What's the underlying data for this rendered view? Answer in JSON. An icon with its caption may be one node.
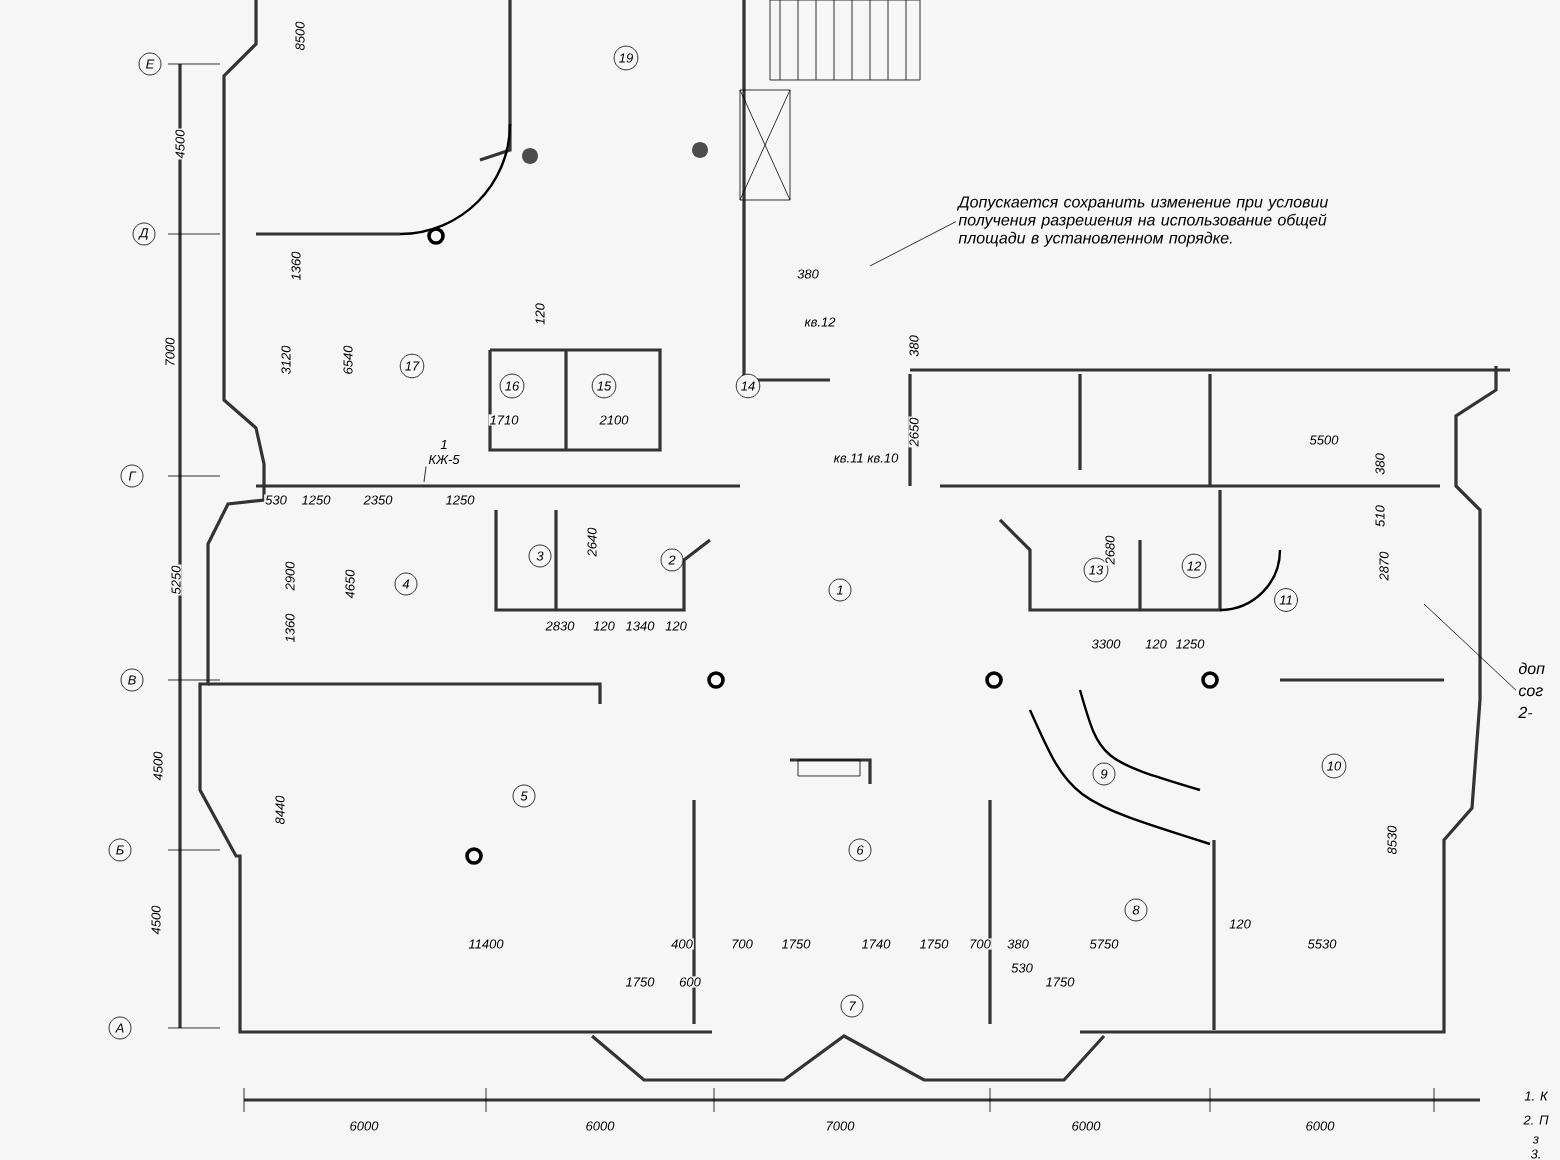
{
  "diagram": {
    "nodes": [
      {
        "text": [
          "Е"
        ]
      },
      {
        "text": [
          "Д"
        ]
      },
      {
        "text": [
          "Г"
        ]
      },
      {
        "text": [
          "В"
        ]
      },
      {
        "text": [
          "Б"
        ]
      },
      {
        "text": [
          "А"
        ]
      },
      {
        "text": [
          "19"
        ]
      },
      {
        "text": [
          "17"
        ]
      },
      {
        "text": [
          "16"
        ]
      },
      {
        "text": [
          "15"
        ]
      },
      {
        "text": [
          "14"
        ]
      },
      {
        "text": [
          "3"
        ]
      },
      {
        "text": [
          "2"
        ]
      },
      {
        "text": [
          "4"
        ]
      },
      {
        "text": [
          "1"
        ]
      },
      {
        "text": [
          "13"
        ]
      },
      {
        "text": [
          "12"
        ]
      },
      {
        "text": [
          "11"
        ]
      },
      {
        "text": [
          "5"
        ]
      },
      {
        "text": [
          "6"
        ]
      },
      {
        "text": [
          "9"
        ]
      },
      {
        "text": [
          "10"
        ]
      },
      {
        "text": [
          "8"
        ]
      },
      {
        "text": [
          "7"
        ]
      },
      {
        "text": [
          "Допускается сохранить изменение при условии получения разрешения на использование общей площади в установленном порядке."
        ]
      },
      {
        "text": [
          "1",
          "КЖ-5"
        ]
      },
      {
        "text": [
          "доп сог 2-"
        ]
      }
    ],
    "edges": [
      {
        "from": 24,
        "to": null,
        "arrow": "none"
      },
      {
        "from": 25,
        "to": null,
        "arrow": "none"
      },
      {
        "from": 26,
        "to": null,
        "arrow": "none"
      }
    ],
    "labels": [
      "8500",
      "4500",
      "380",
      "1360",
      "кв.12",
      "120",
      "7000",
      "3120",
      "6540",
      "380",
      "1710",
      "2100",
      "2650",
      "5500",
      "кв.11 кв.10",
      "380",
      "530",
      "1250",
      "2350",
      "1250",
      "510",
      "2640",
      "2680",
      "5250",
      "2900",
      "4650",
      "2870",
      "2830",
      "120",
      "1340",
      "120",
      "3300",
      "120",
      "1250",
      "1360",
      "4500",
      "8440",
      "8530",
      "4500",
      "120",
      "11400",
      "400",
      "700",
      "1750",
      "1740",
      "1750",
      "700",
      "380",
      "5750",
      "5530",
      "530",
      "1750",
      "600",
      "1750",
      "6000",
      "6000",
      "7000",
      "6000",
      "6000",
      "1. К",
      "2. П",
      "з",
      "3."
    ]
  }
}
